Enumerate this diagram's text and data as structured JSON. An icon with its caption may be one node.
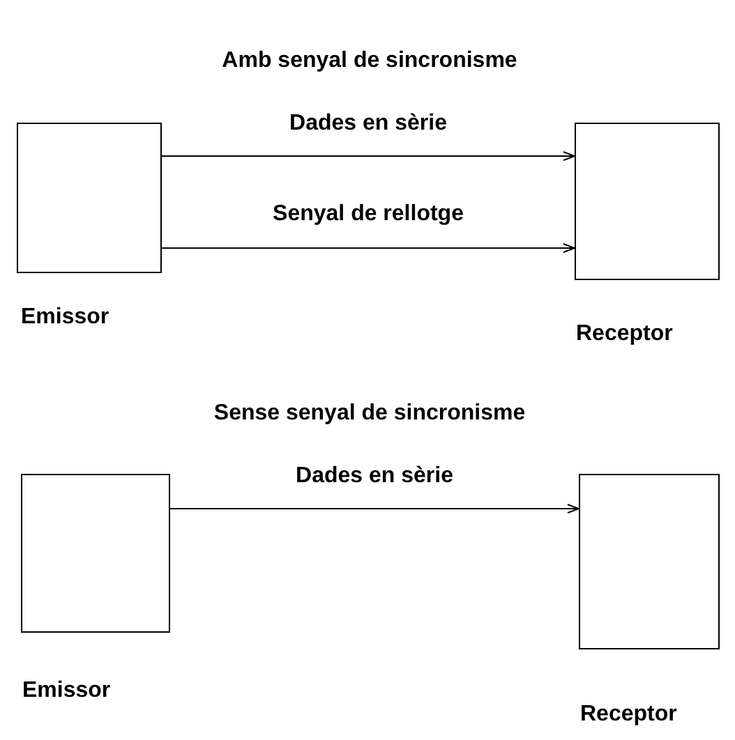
{
  "diagram": {
    "nodes": [
      {
        "text": [
          "Emissor"
        ]
      },
      {
        "text": [
          "Receptor"
        ]
      },
      {
        "text": [
          "Emissor"
        ]
      },
      {
        "text": [
          "Receptor"
        ]
      }
    ],
    "edges": [
      {
        "from": 0,
        "to": 1,
        "arrow": "to",
        "label": "Dades en sèrie"
      },
      {
        "from": 0,
        "to": 1,
        "arrow": "to",
        "label": "Senyal de rellotge"
      },
      {
        "from": 2,
        "to": 3,
        "arrow": "to",
        "label": "Dades en sèrie"
      }
    ],
    "labels": [
      "Amb senyal de sincronisme",
      "Sense senyal de sincronisme"
    ]
  }
}
